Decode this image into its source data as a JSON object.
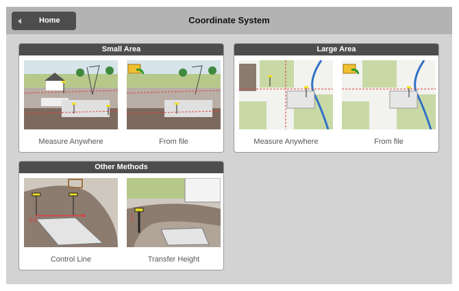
{
  "header": {
    "back_label": "Home",
    "title": "Coordinate System"
  },
  "panels": [
    {
      "title": "Small Area",
      "options": [
        {
          "label": "Measure Anywhere"
        },
        {
          "label": "From file"
        }
      ]
    },
    {
      "title": "Large Area",
      "options": [
        {
          "label": "Measure Anywhere"
        },
        {
          "label": "From file"
        }
      ]
    },
    {
      "title": "Other Methods",
      "options": [
        {
          "label": "Control Line"
        },
        {
          "label": "Transfer Height"
        }
      ]
    }
  ],
  "annotations": {
    "origin_label": "0,0"
  }
}
